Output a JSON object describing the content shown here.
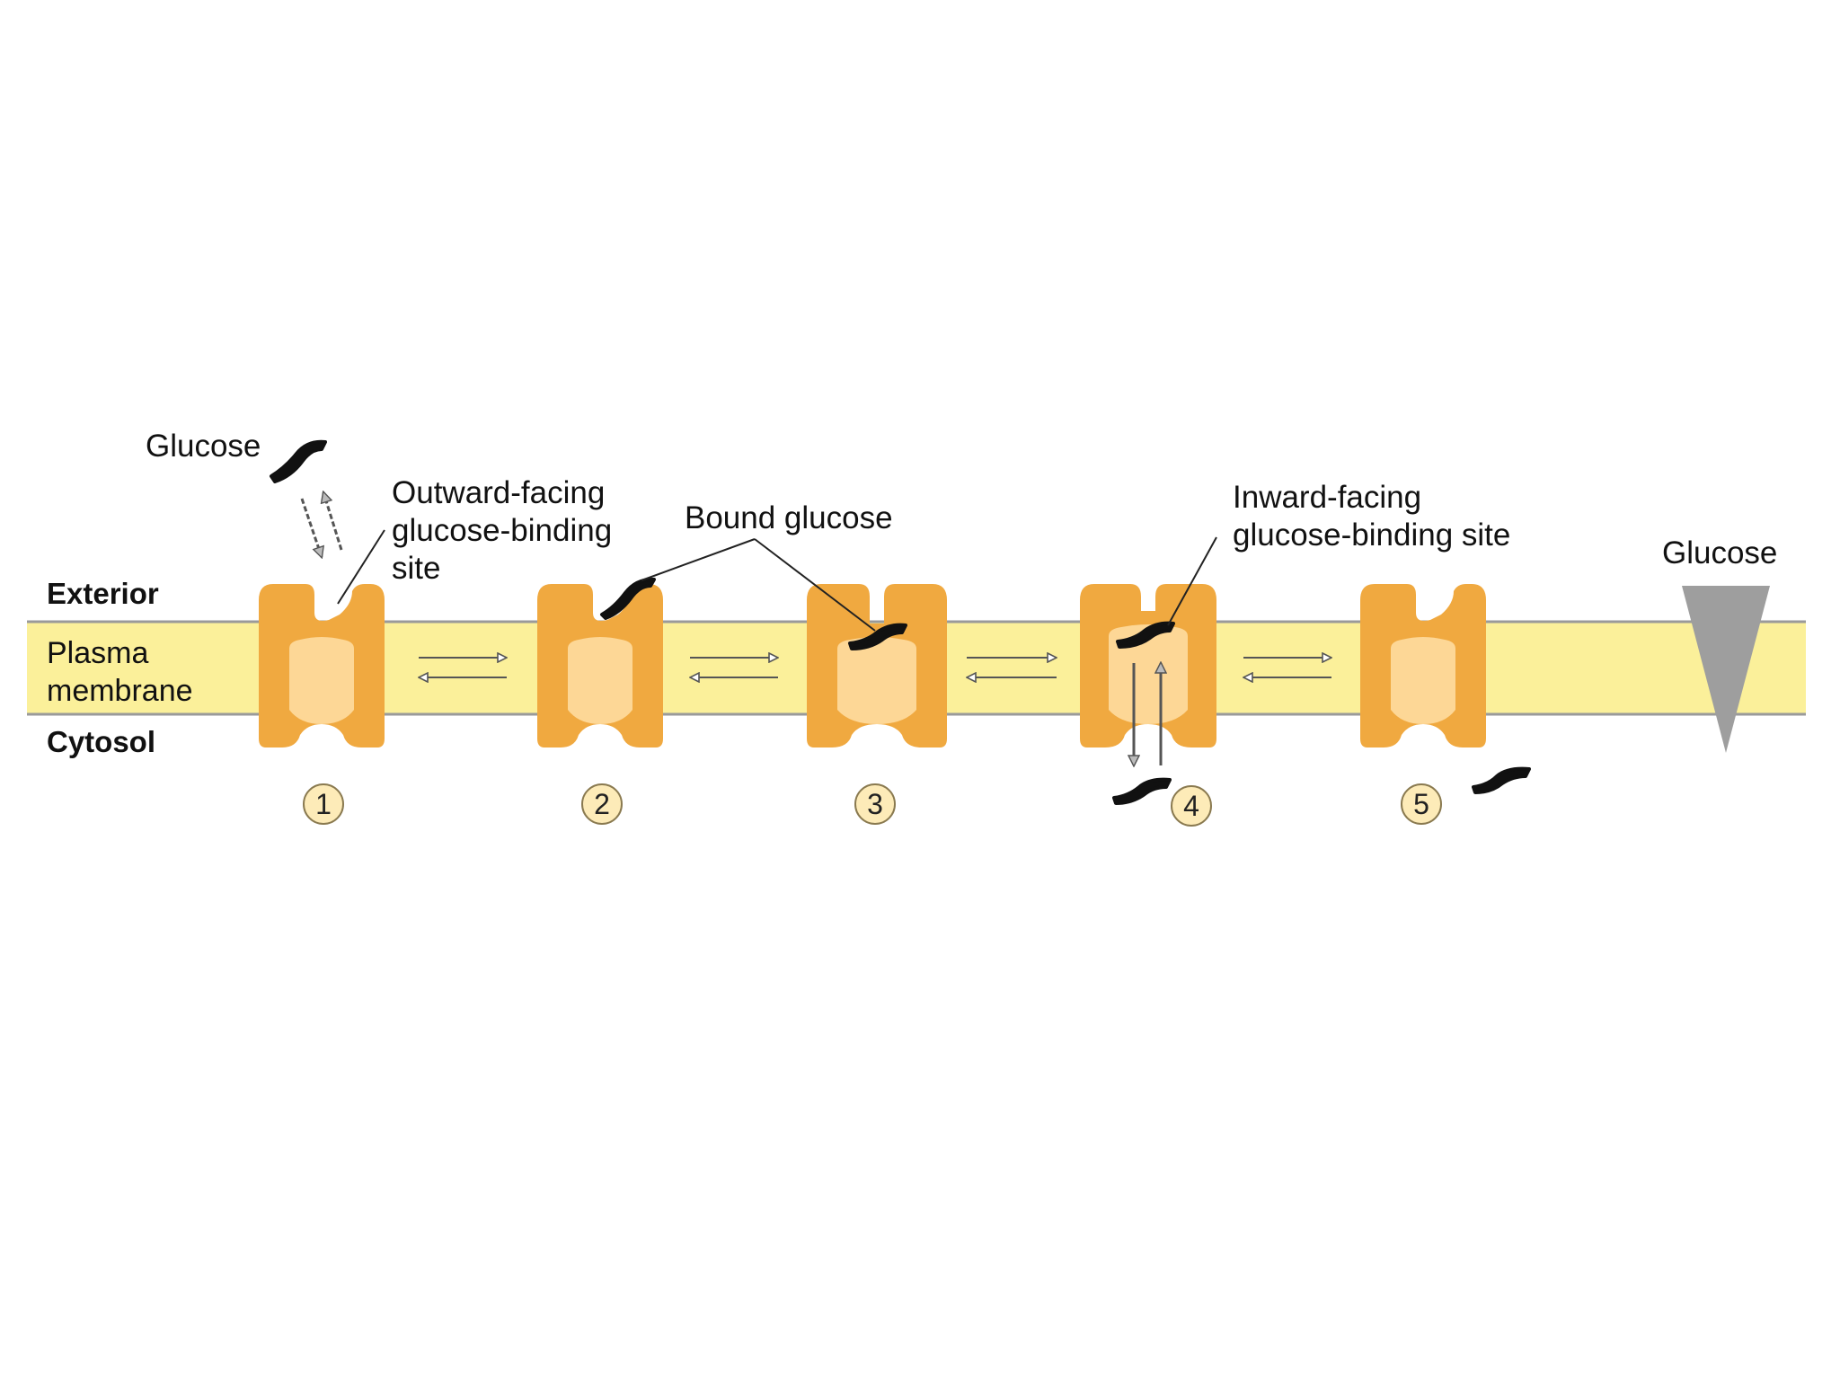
{
  "labels": {
    "glucose_top_left": "Glucose",
    "outward_site": [
      "Outward-facing",
      "glucose-binding",
      "site"
    ],
    "bound_glucose": "Bound glucose",
    "inward_site": [
      "Inward-facing",
      "glucose-binding site"
    ],
    "glucose_gradient": "Glucose",
    "exterior": "Exterior",
    "plasma_membrane": [
      "Plasma",
      "membrane"
    ],
    "cytosol": "Cytosol"
  },
  "steps": [
    "1",
    "2",
    "3",
    "4",
    "5"
  ],
  "colors": {
    "membrane": "#fbf09a",
    "membrane_edge": "#9a9a9a",
    "transporter": "#f0a940",
    "transporter_inner": "#fdd796",
    "glucose": "#111111",
    "gradient": "#9e9e9e",
    "step_circle": "#fdebb8"
  }
}
